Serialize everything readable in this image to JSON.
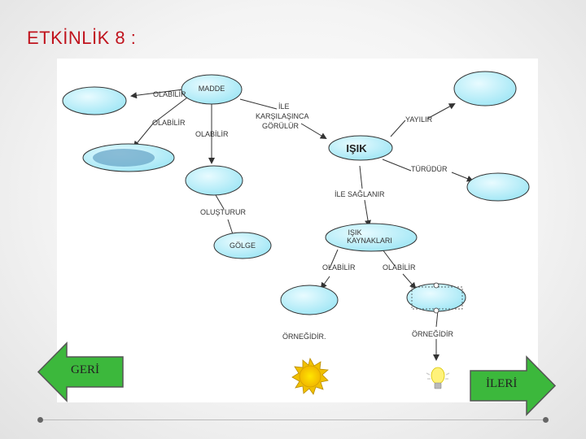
{
  "slide": {
    "title": "ETKİNLİK 8 :"
  },
  "diagram": {
    "nodes": {
      "madde": "MADDE",
      "isik": "IŞIK",
      "isik_kaynaklari_1": "IŞIK",
      "isik_kaynaklari_2": "KAYNAKLARI",
      "golge": "GÖLGE"
    },
    "edges": {
      "olabilir_left": "OLABİLİR",
      "olabilir_mid1": "OLABİLİR",
      "olabilir_mid2": "OLABİLİR",
      "ile_1": "İLE",
      "ile_2": "KARŞILAŞINCA",
      "ile_3": "GÖRÜLÜR",
      "yayilir": "YAYILIR",
      "turudur": "TÜRÜDÜR",
      "ile_saglanir": "İLE SAĞLANIR",
      "olusturur": "OLUŞTURUR",
      "olabilir_k1": "OLABİLİR",
      "olabilir_k2": "OLABİLİR",
      "ornegidir_1": "ÖRNEĞİDİR.",
      "ornegidir_2": "ÖRNEĞİDİR"
    }
  },
  "nav": {
    "back_label": "GERİ",
    "next_label": "İLERİ",
    "button_color": "#3cb83c"
  },
  "icons": [
    "sun-icon",
    "light-bulb-icon",
    "left-arrow-icon",
    "right-arrow-icon"
  ]
}
